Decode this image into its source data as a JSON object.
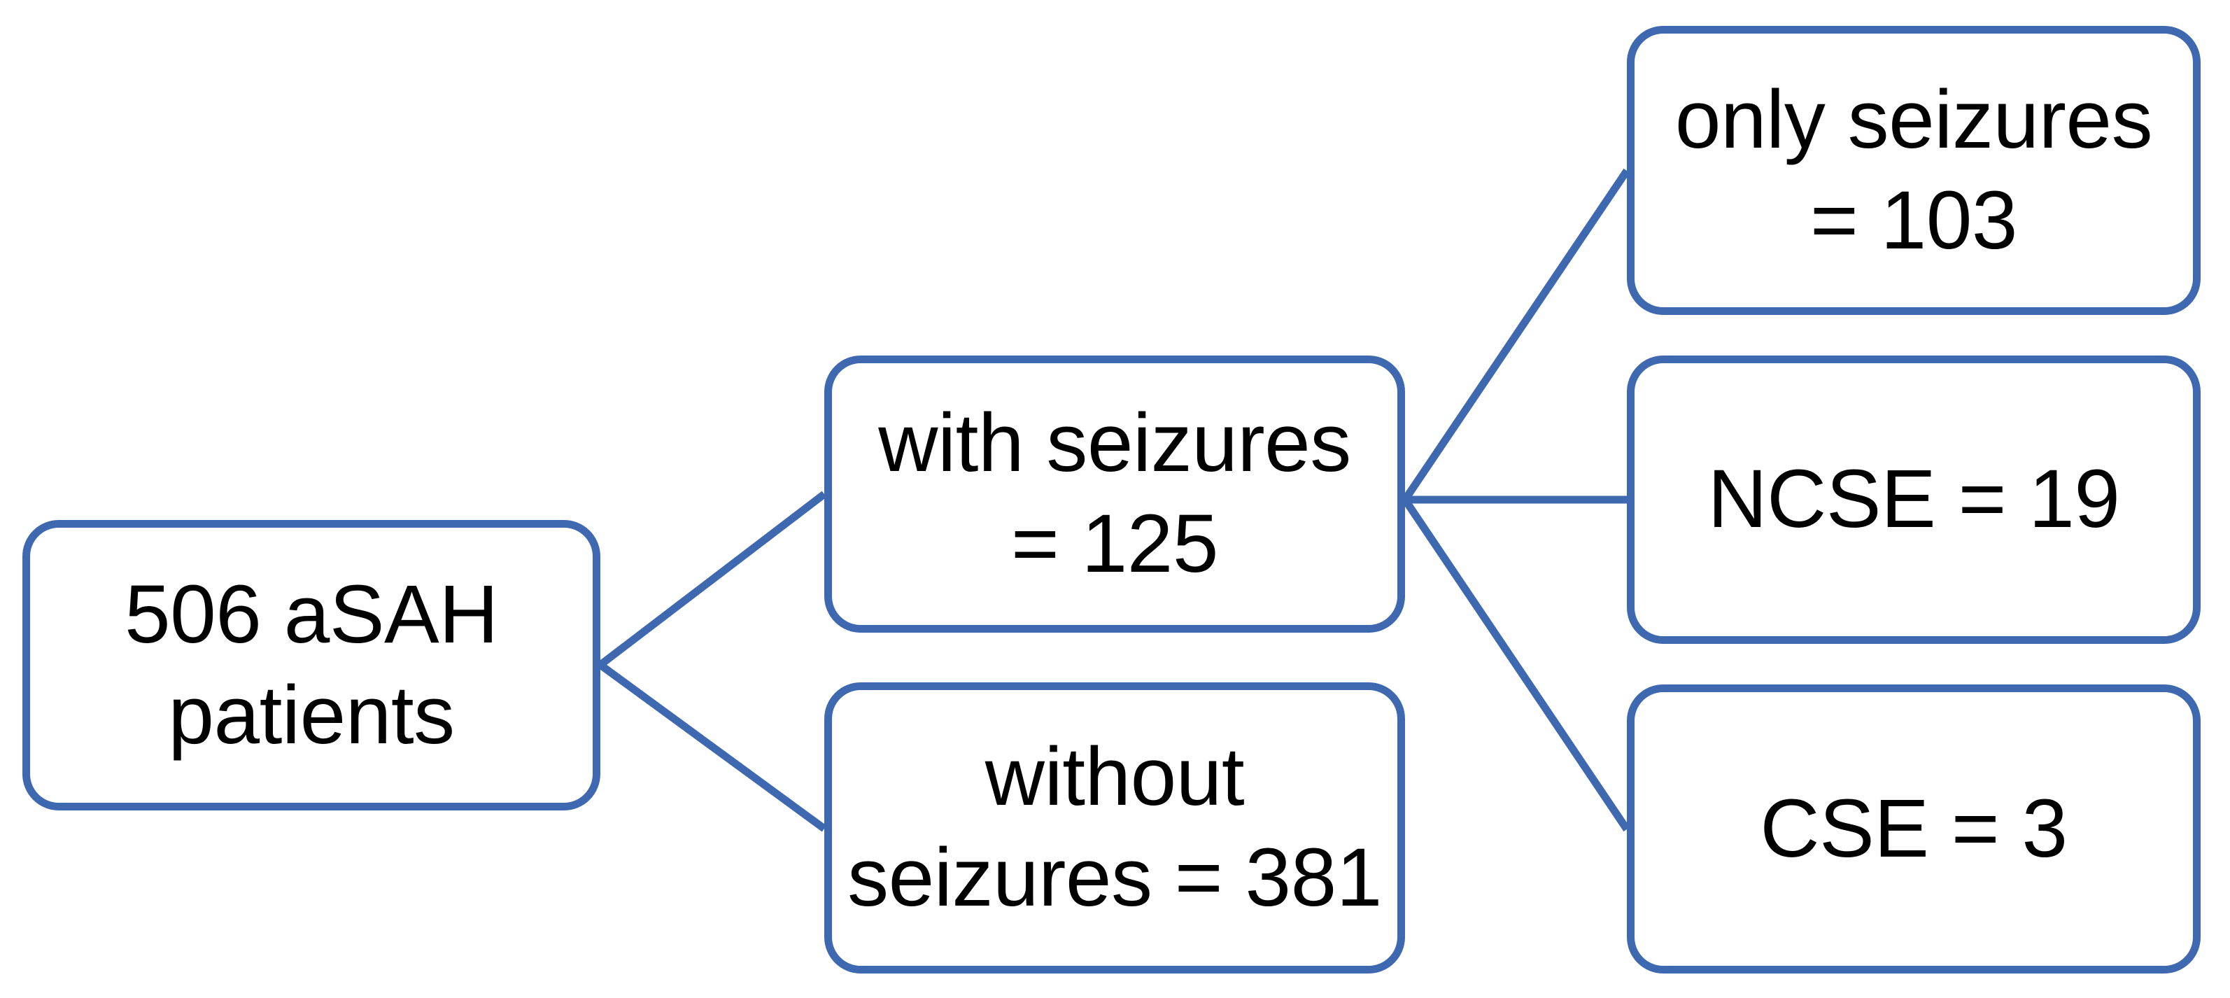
{
  "diagram": {
    "type": "flowchart",
    "title": "aSAH patient seizure classification flowchart",
    "orientation": "left-to-right",
    "colors": {
      "node_border": "#3E68AF",
      "connector": "#3E68AF",
      "node_fill": "#FFFFFF",
      "text": "#000000"
    },
    "nodes": [
      {
        "id": "root",
        "label": "506 aSAH\npatients",
        "level": 0,
        "value": 506
      },
      {
        "id": "with",
        "label": "with seizures\n=  125",
        "level": 1,
        "value": 125
      },
      {
        "id": "without",
        "label": "without\nseizures = 381",
        "level": 1,
        "value": 381
      },
      {
        "id": "only",
        "label": "only seizures\n= 103",
        "level": 2,
        "value": 103
      },
      {
        "id": "ncse",
        "label": "NCSE = 19",
        "level": 2,
        "value": 19
      },
      {
        "id": "cse",
        "label": "CSE = 3",
        "level": 2,
        "value": 3
      }
    ],
    "edges": [
      {
        "from": "root",
        "to": "with"
      },
      {
        "from": "root",
        "to": "without"
      },
      {
        "from": "with",
        "to": "only"
      },
      {
        "from": "with",
        "to": "ncse"
      },
      {
        "from": "with",
        "to": "cse"
      }
    ]
  }
}
